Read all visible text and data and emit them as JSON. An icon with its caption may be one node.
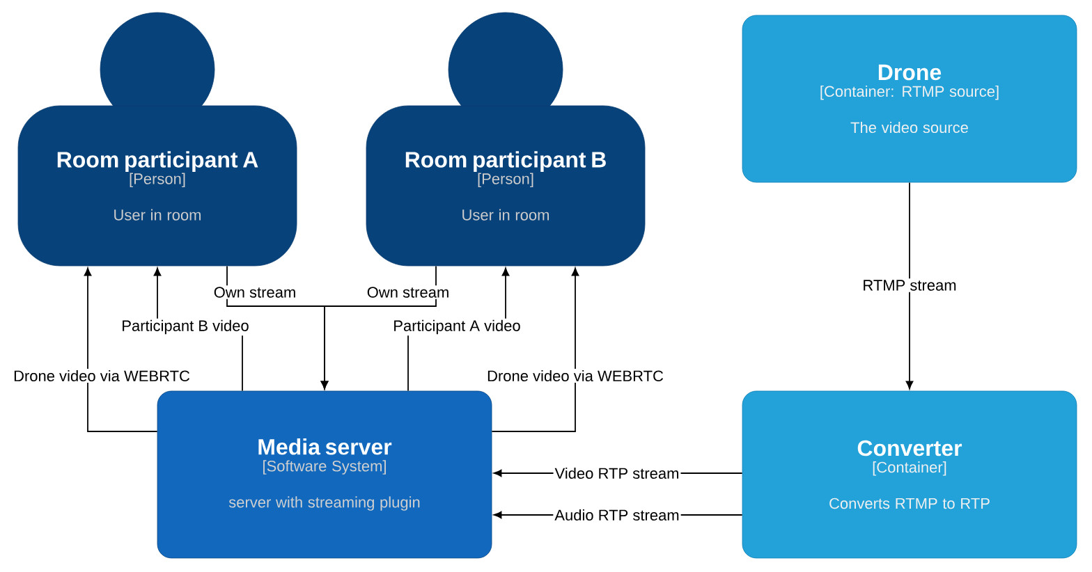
{
  "diagram": {
    "nodes": [
      {
        "text": [
          "Room participant A",
          "[Person]",
          "User in room"
        ]
      },
      {
        "text": [
          "Room participant B",
          "[Person]",
          "User in room"
        ]
      },
      {
        "text": [
          "Drone",
          "[Container: RTMP source]",
          "The video source"
        ]
      },
      {
        "text": [
          "Media server",
          "[Software System]",
          "server with streaming plugin"
        ]
      },
      {
        "text": [
          "Converter",
          "[Container]",
          "Converts RTMP to RTP"
        ]
      }
    ],
    "edges": [
      {
        "from": 3,
        "to": 0,
        "arrow": "to",
        "label": "Drone video via WEBRTC"
      },
      {
        "from": 3,
        "to": 0,
        "arrow": "to",
        "label": "Participant B video"
      },
      {
        "from": 0,
        "to": 3,
        "arrow": "to",
        "label": "Own stream"
      },
      {
        "from": 1,
        "to": 3,
        "arrow": "to",
        "label": "Own stream"
      },
      {
        "from": 3,
        "to": 1,
        "arrow": "to",
        "label": "Participant A video"
      },
      {
        "from": 3,
        "to": 1,
        "arrow": "to",
        "label": "Drone video via WEBRTC"
      },
      {
        "from": 2,
        "to": 4,
        "arrow": "to",
        "label": "RTMP stream"
      },
      {
        "from": 4,
        "to": 3,
        "arrow": "to",
        "label": "Video RTP stream"
      },
      {
        "from": 4,
        "to": 3,
        "arrow": "to",
        "label": "Audio RTP stream"
      }
    ]
  }
}
